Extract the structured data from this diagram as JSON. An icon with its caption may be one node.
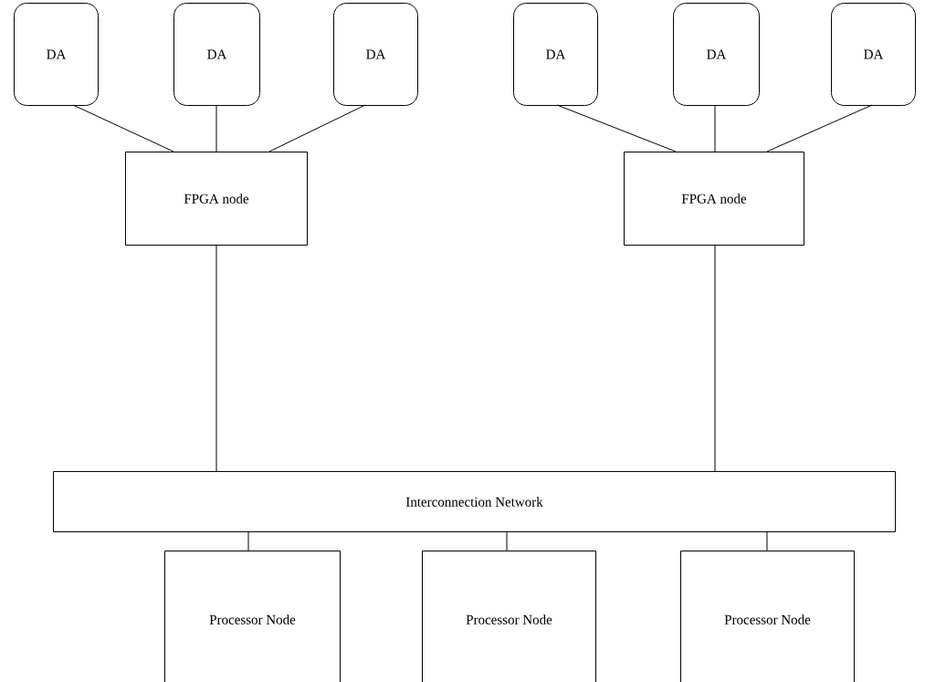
{
  "diagram": {
    "nodes": [
      {
        "text": [
          "DA"
        ]
      },
      {
        "text": [
          "DA"
        ]
      },
      {
        "text": [
          "DA"
        ]
      },
      {
        "text": [
          "DA"
        ]
      },
      {
        "text": [
          "DA"
        ]
      },
      {
        "text": [
          "DA"
        ]
      },
      {
        "text": [
          "FPGA node"
        ]
      },
      {
        "text": [
          "FPGA node"
        ]
      },
      {
        "text": [
          "Interconnection Network"
        ]
      },
      {
        "text": [
          "Processor Node"
        ]
      },
      {
        "text": [
          "Processor Node"
        ]
      },
      {
        "text": [
          "Processor Node"
        ]
      }
    ],
    "edges": [
      {
        "from": 0,
        "to": 6,
        "arrow": "none"
      },
      {
        "from": 1,
        "to": 6,
        "arrow": "none"
      },
      {
        "from": 2,
        "to": 6,
        "arrow": "none"
      },
      {
        "from": 3,
        "to": 7,
        "arrow": "none"
      },
      {
        "from": 4,
        "to": 7,
        "arrow": "none"
      },
      {
        "from": 5,
        "to": 7,
        "arrow": "none"
      },
      {
        "from": 6,
        "to": 8,
        "arrow": "none"
      },
      {
        "from": 7,
        "to": 8,
        "arrow": "none"
      },
      {
        "from": 8,
        "to": 9,
        "arrow": "none"
      },
      {
        "from": 8,
        "to": 10,
        "arrow": "none"
      },
      {
        "from": 8,
        "to": 11,
        "arrow": "none"
      }
    ]
  }
}
